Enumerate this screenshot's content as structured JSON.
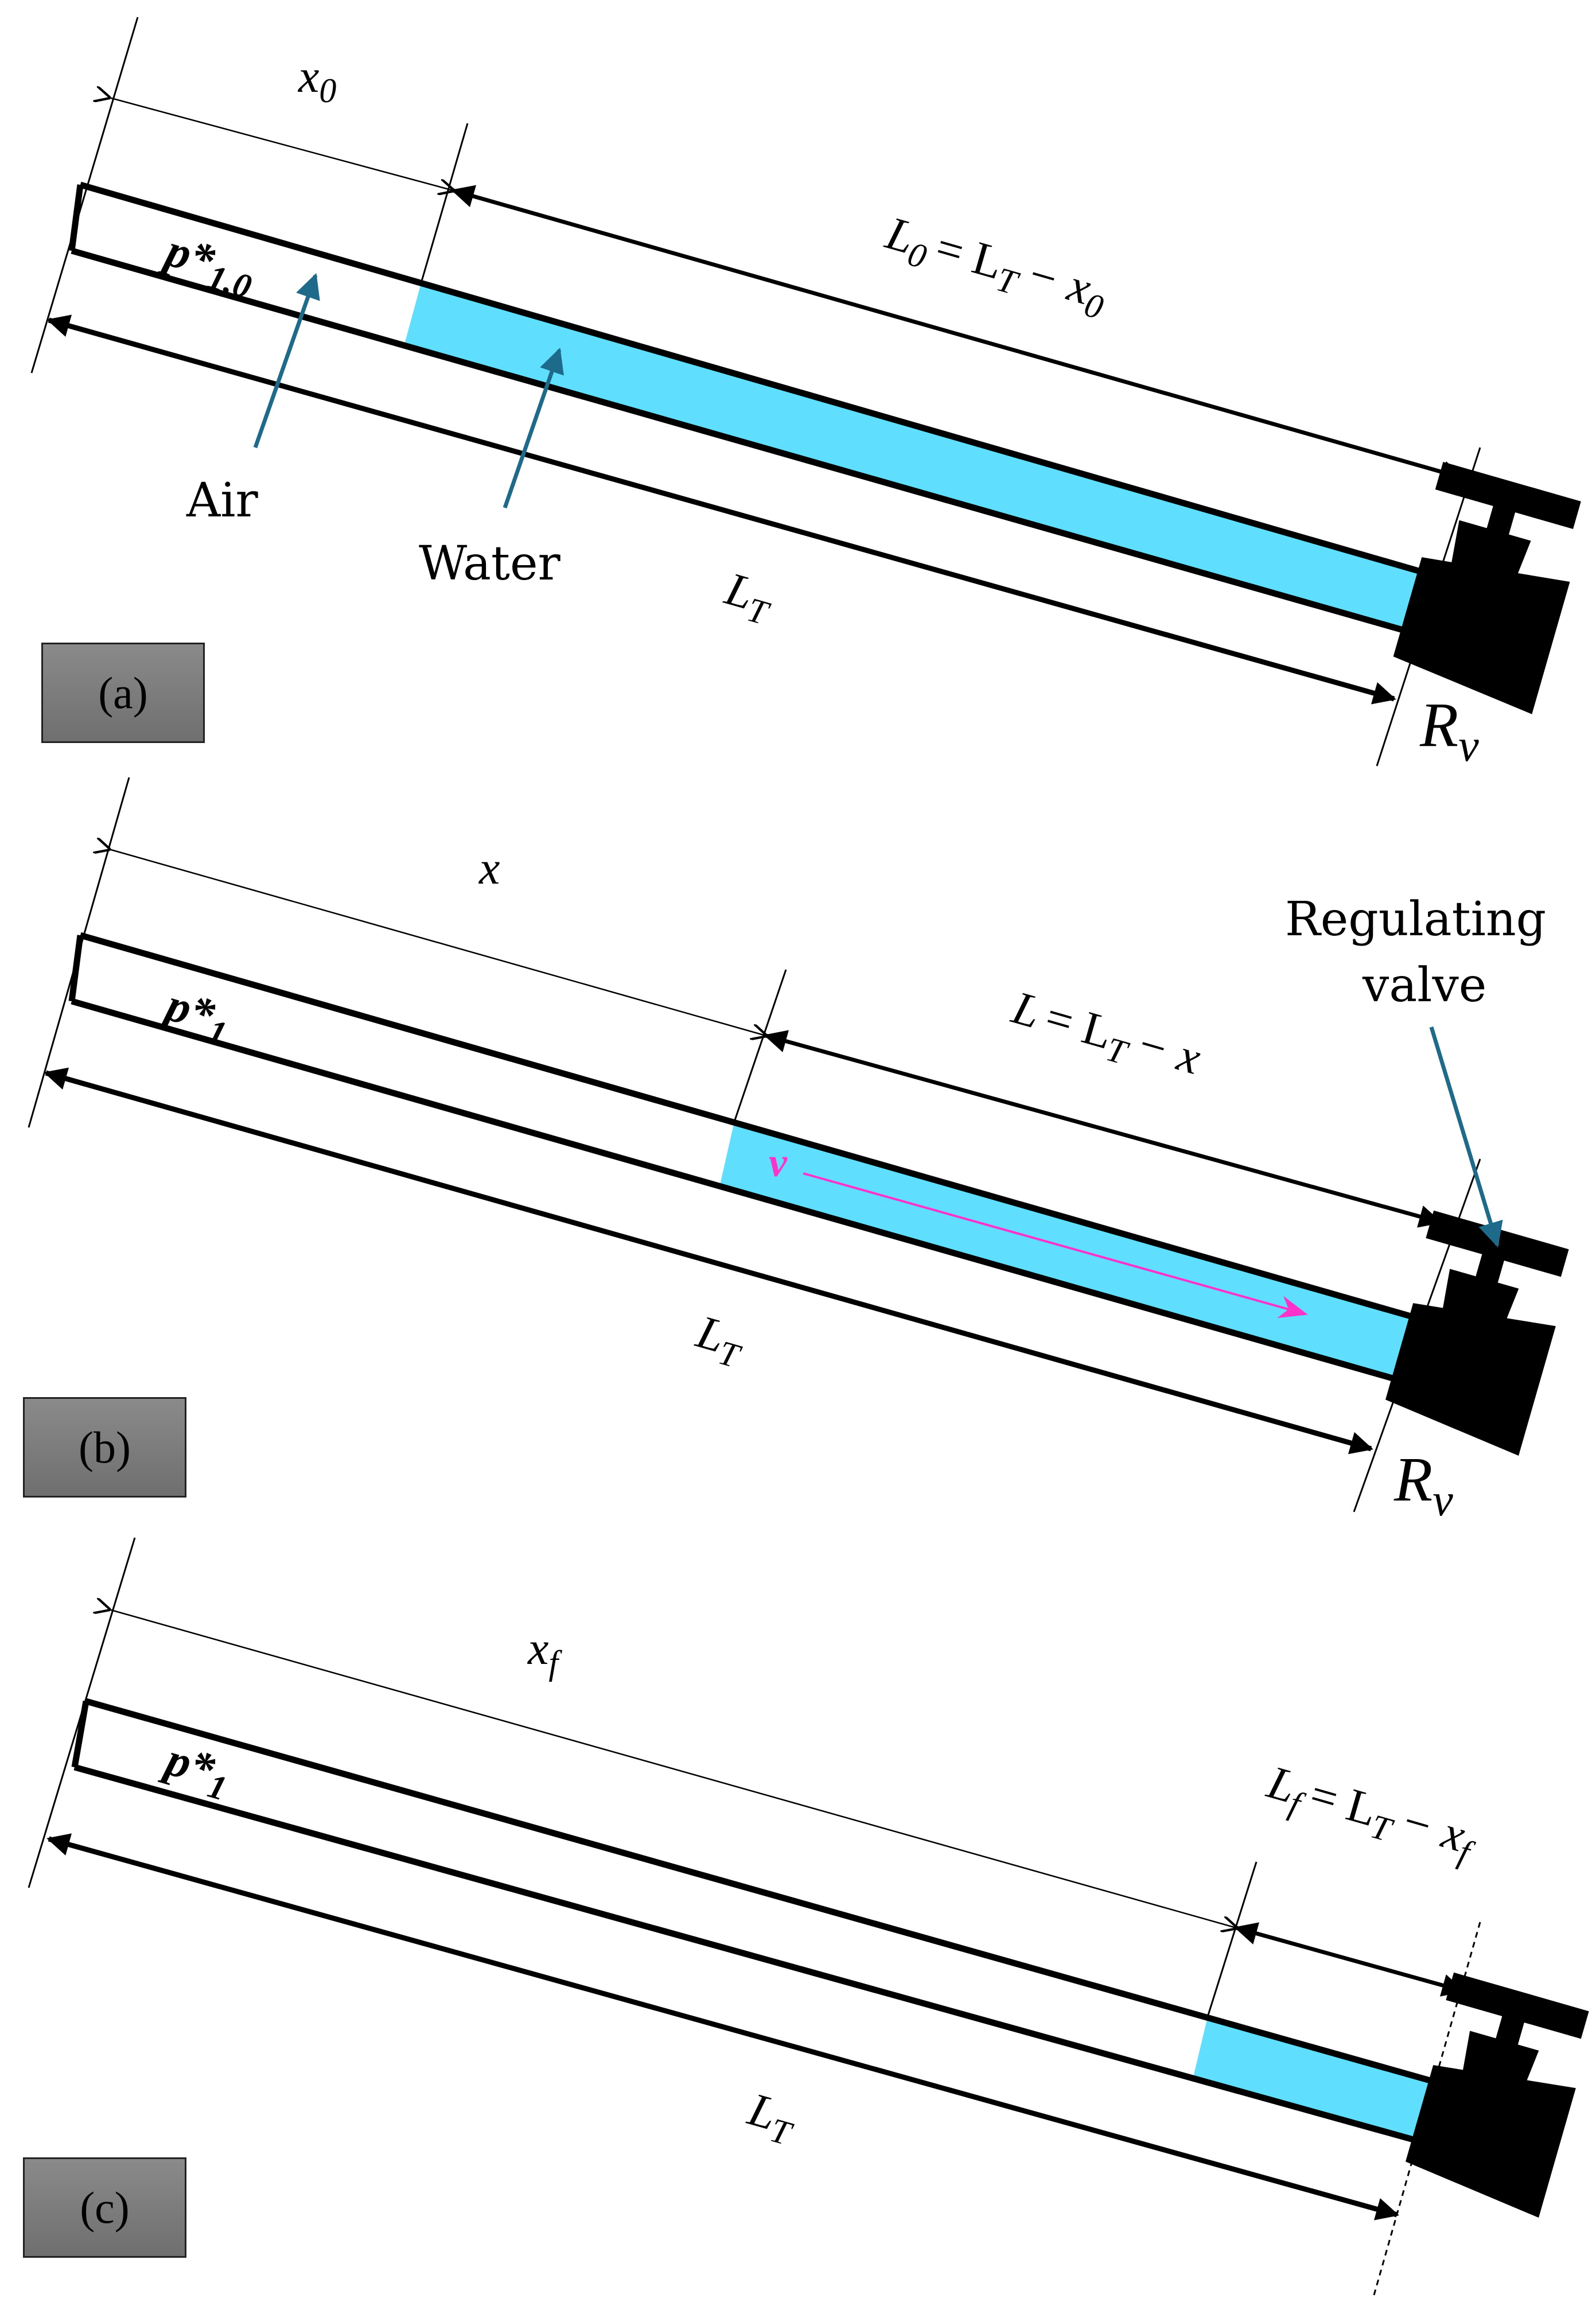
{
  "panels": [
    {
      "tag": "(a)",
      "x_label": "x",
      "x_sub": "0",
      "L_label": "L",
      "L_sub": "0",
      "L_eq": "= L",
      "L_eq_sub": "T",
      "L_eq_tail": "− x",
      "L_eq_tail_sub": "0",
      "LT": "L",
      "LT_sub": "T",
      "p_label": "p*",
      "p_sub": "1,0",
      "air": "Air",
      "water": "Water",
      "R": "R",
      "R_sub": "ν"
    },
    {
      "tag": "(b)",
      "x_label": "x",
      "L_label": "L",
      "L_eq": "= L",
      "L_eq_sub": "T",
      "L_eq_tail": "− x",
      "LT": "L",
      "LT_sub": "T",
      "p_label": "p*",
      "p_sub": "1",
      "v_label": "v",
      "valve_label_1": "Regulating",
      "valve_label_2": "valve",
      "R": "R",
      "R_sub": "ν"
    },
    {
      "tag": "(c)",
      "x_label": "x",
      "x_sub": "f",
      "L_label": "L",
      "L_sub": "f",
      "L_eq": "= L",
      "L_eq_sub": "T",
      "L_eq_tail": "− x",
      "L_eq_tail_sub": "f",
      "LT": "L",
      "LT_sub": "T",
      "p_label": "p*",
      "p_sub": "1"
    }
  ],
  "colors": {
    "water": "#5fdffd",
    "arrow_label": "#1d6a8a",
    "velocity": "#ff33cc",
    "line": "#000000"
  }
}
